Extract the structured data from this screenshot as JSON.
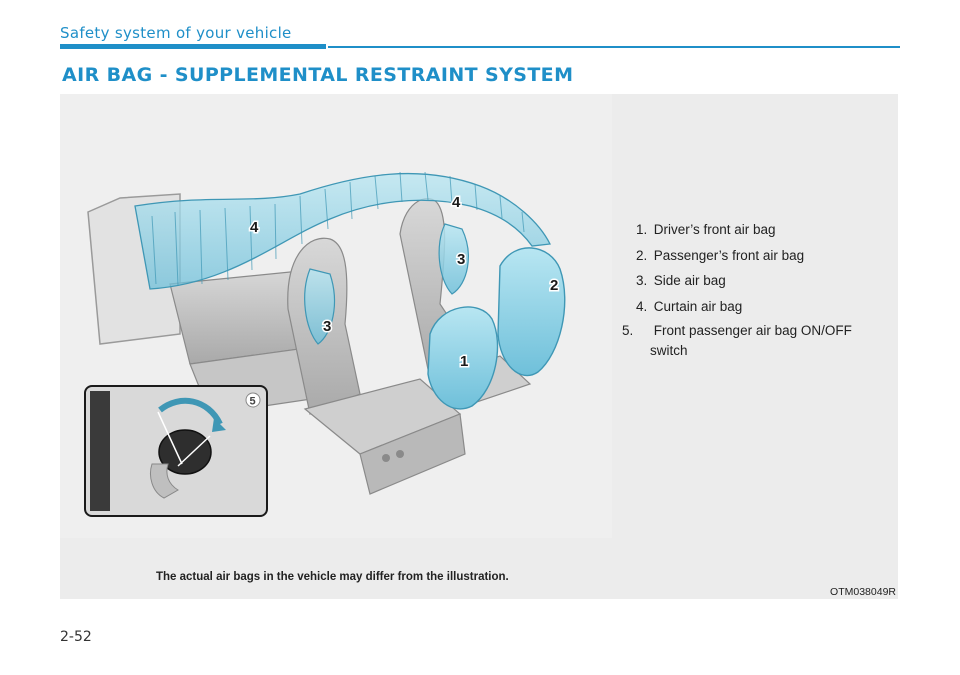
{
  "header": {
    "section": "Safety system of your vehicle",
    "title": "AIR BAG - SUPPLEMENTAL RESTRAINT SYSTEM"
  },
  "figure": {
    "labels": {
      "l1": "1",
      "l2": "2",
      "l3a": "3",
      "l3b": "3",
      "l4a": "4",
      "l4b": "4",
      "l5": "5"
    },
    "legend": [
      {
        "num": "1.",
        "text": "Driver’s front air bag"
      },
      {
        "num": "2.",
        "text": "Passenger’s front air bag"
      },
      {
        "num": "3.",
        "text": "Side air bag"
      },
      {
        "num": "4.",
        "text": "Curtain air bag"
      },
      {
        "num": "5.",
        "text": "Front passenger air bag ON/OFF switch"
      }
    ],
    "caption": "The actual air bags in the vehicle may differ from the illustration.",
    "code": "OTM038049R"
  },
  "footer": {
    "page_number": "2-52"
  },
  "colors": {
    "accent": "#1f8fc8",
    "airbag": "#8fd3e6",
    "panel": "#ececec"
  }
}
